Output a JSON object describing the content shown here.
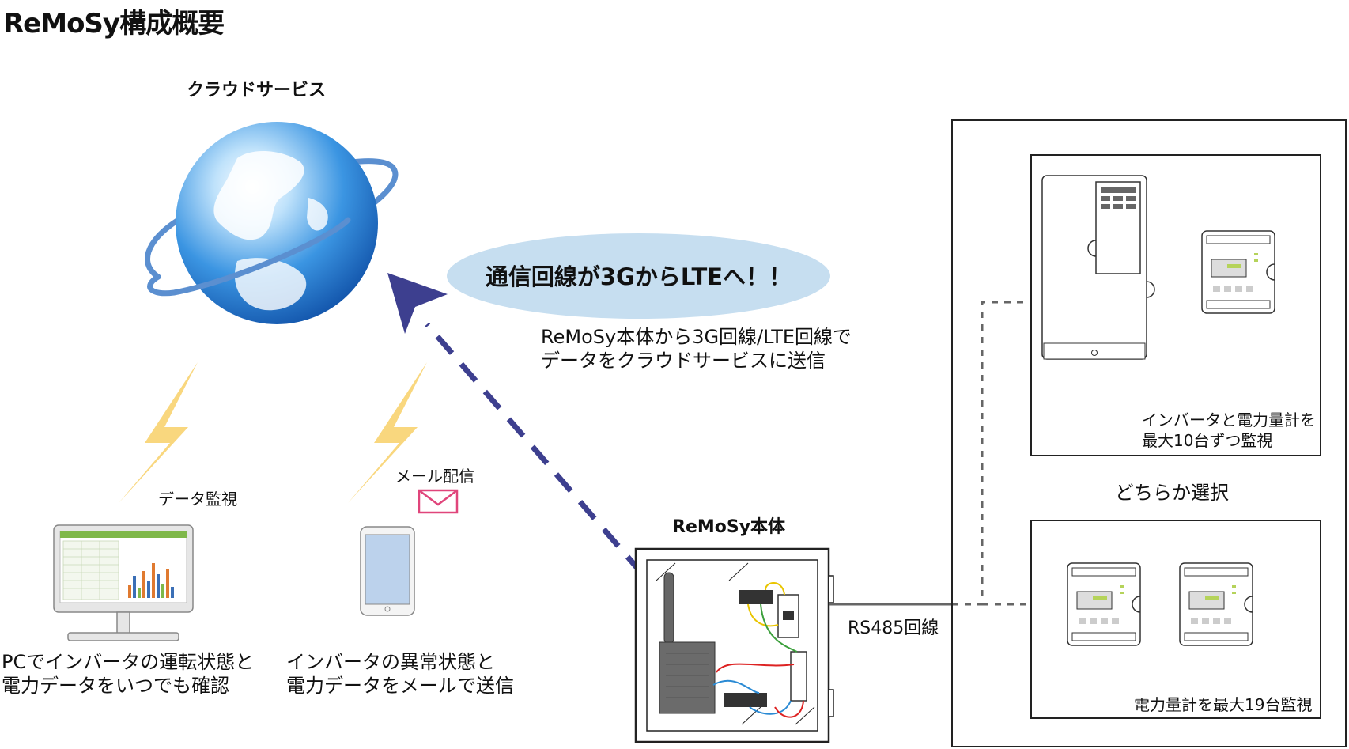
{
  "title": "ReMoSy構成概要",
  "cloud": {
    "label": "クラウドサービス"
  },
  "bubble": {
    "text": "通信回線が3GからLTEへ！！"
  },
  "description": "ReMoSy本体から3G回線/LTE回線で\nデータをクラウドサービスに送信",
  "pc": {
    "caption": "データ監視",
    "description": "PCでインバータの運転状態と\n電力データをいつでも確認"
  },
  "tablet": {
    "caption": "メール配信",
    "description": "インバータの異常状態と\n電力データをメールで送信"
  },
  "unit": {
    "label": "ReMoSy本体"
  },
  "connection": {
    "label": "RS485回線"
  },
  "choice": {
    "label": "どちらか選択"
  },
  "option_a": {
    "label": "インバータと電力量計を\n最大10台ずつ監視"
  },
  "option_b": {
    "label": "電力量計を最大19台監視"
  },
  "colors": {
    "arrow": "#3d3f8f",
    "bubble": "#c6def0",
    "lightning": "#f9d77e",
    "envelope": "#e0457b",
    "globe": "#2a7fd4"
  }
}
